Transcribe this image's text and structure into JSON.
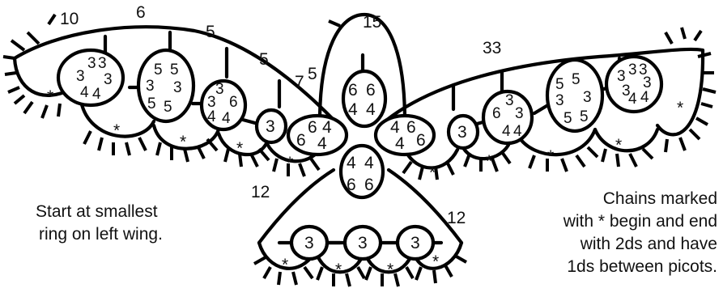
{
  "wing_counts": {
    "left_tip": "10",
    "left_a": "6",
    "left_b": "5",
    "left_c": "5",
    "left_d": "7",
    "left_e": "5",
    "head": "15",
    "right": "33",
    "tail_left": "12",
    "tail_right": "12"
  },
  "rings": {
    "head_top": [
      "6",
      "6",
      "4",
      "4"
    ],
    "body_bottom": [
      "4",
      "4",
      "6",
      "6"
    ],
    "left_inner": [
      "6",
      "4",
      "6",
      "4"
    ],
    "right_inner": [
      "4",
      "6",
      "4",
      "6"
    ],
    "single": "3"
  },
  "notes": {
    "left": [
      "Start at smallest",
      "ring on left wing."
    ],
    "right": [
      "Chains marked",
      "with * begin and end",
      "with 2ds and have",
      "1ds between picots."
    ]
  },
  "marker": "*"
}
